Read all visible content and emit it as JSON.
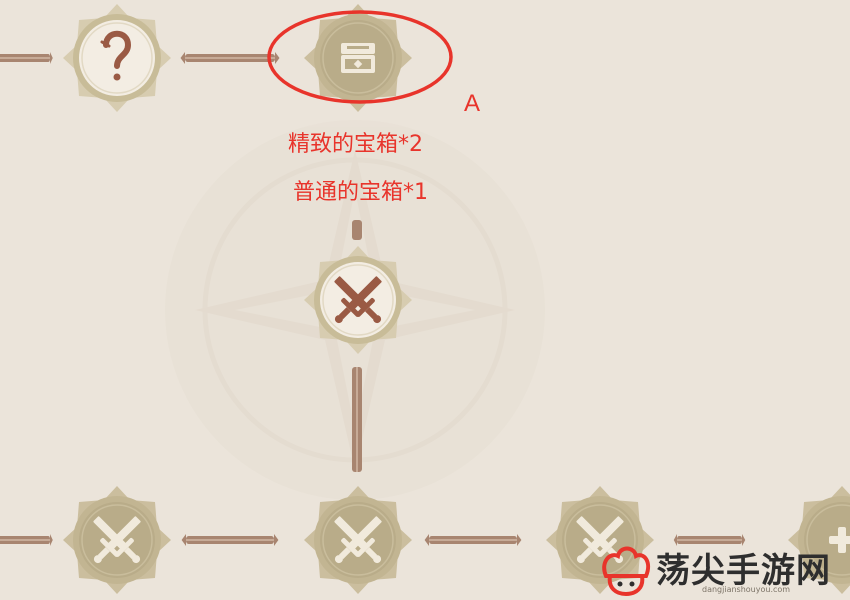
{
  "map": {
    "nodes": [
      {
        "id": "mystery",
        "icon": "question-mark-icon",
        "state": "cleared"
      },
      {
        "id": "chest",
        "icon": "treasure-chest-icon",
        "state": "locked"
      },
      {
        "id": "battle-current",
        "icon": "crossed-swords-icon",
        "state": "available"
      },
      {
        "id": "battle-left",
        "icon": "crossed-swords-icon",
        "state": "locked"
      },
      {
        "id": "battle-middle",
        "icon": "crossed-swords-icon",
        "state": "locked"
      },
      {
        "id": "battle-right",
        "icon": "crossed-swords-icon",
        "state": "locked"
      },
      {
        "id": "edge-node",
        "icon": "plus-icon",
        "state": "locked"
      }
    ]
  },
  "annotation": {
    "marker_label": "A",
    "marker_color": "#e8342b",
    "rewards": [
      "精致的宝箱*2",
      "普通的宝箱*1"
    ]
  },
  "watermark": {
    "name": "荡尖手游网",
    "url": "dangjianshouyou.com",
    "logo_icon": "chef-hat-logo-icon"
  },
  "colors": {
    "background": "#ebe4da",
    "frame": "#c8bc98",
    "disc_active": "#f3ede3",
    "disc_locked": "#b9ac89",
    "path": "#a88570",
    "icon_active": "#9a5a44"
  }
}
